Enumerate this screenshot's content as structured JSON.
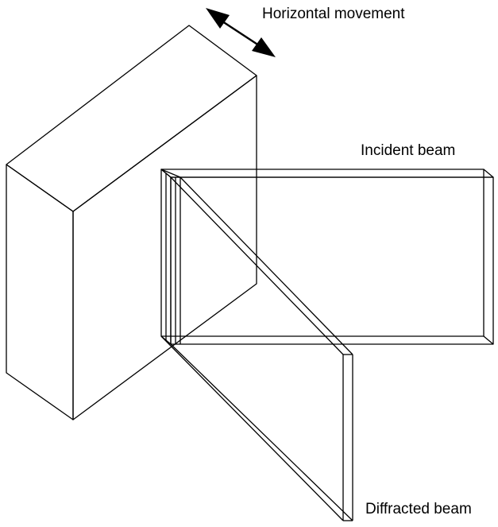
{
  "labels": {
    "movement": "Horizontal movement",
    "incident": "Incident beam",
    "diffracted": "Diffracted beam"
  },
  "colors": {
    "stroke": "#000000",
    "background": "#ffffff"
  }
}
